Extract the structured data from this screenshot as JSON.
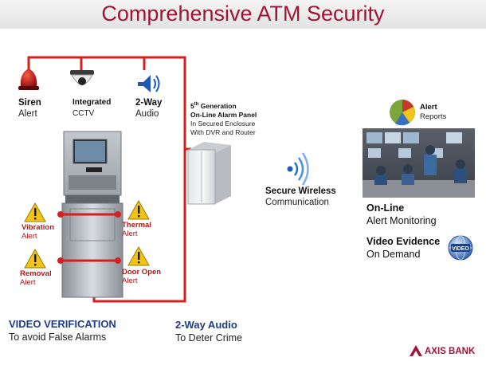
{
  "title": "Comprehensive ATM Security",
  "devices": {
    "siren": {
      "name": "Siren",
      "sub": "Alert",
      "icon": "siren-icon"
    },
    "cctv": {
      "name": "Integrated",
      "sub": "CCTV",
      "icon": "cctv-camera-icon"
    },
    "audio": {
      "name": "2-Way",
      "sub": "Audio",
      "icon": "speaker-icon"
    }
  },
  "panel": {
    "line1_num": "5",
    "line1_sup": "th",
    "line1_rest": " Generation",
    "line2": "On-Line Alarm Panel",
    "line3": "In Secured Enclosure",
    "line4": "With DVR and Router"
  },
  "sensors": {
    "vibration": {
      "name": "Vibration",
      "sub": "Alert"
    },
    "thermal": {
      "name": "Thermal",
      "sub": "Alert"
    },
    "removal": {
      "name": "Removal",
      "sub": "Alert"
    },
    "door_open": {
      "name": "Door Open",
      "sub": "Alert"
    }
  },
  "wireless": {
    "name": "Secure Wireless",
    "sub": "Communication",
    "icon": "wireless-signal-icon"
  },
  "reports": {
    "name": "Alert",
    "sub": "Reports",
    "icon": "pie-chart-icon"
  },
  "monitoring": {
    "name": "On-Line",
    "sub": "Alert Monitoring"
  },
  "evidence": {
    "name": "Video Evidence",
    "sub": "On Demand",
    "icon": "video-globe-icon",
    "badge": "VIDEO"
  },
  "bottom": {
    "verification": {
      "title": "VIDEO VERIFICATION",
      "sub": "To avoid False Alarms"
    },
    "audio": {
      "title": "2-Way Audio",
      "sub": "To Deter Crime"
    }
  },
  "brand": {
    "name": "AXIS BANK"
  },
  "colors": {
    "title": "#9e1436",
    "wire": "#d42020",
    "heading_blue": "#1f3c88",
    "alert_red": "#b01818",
    "warning_yellow": "#f2c418"
  }
}
